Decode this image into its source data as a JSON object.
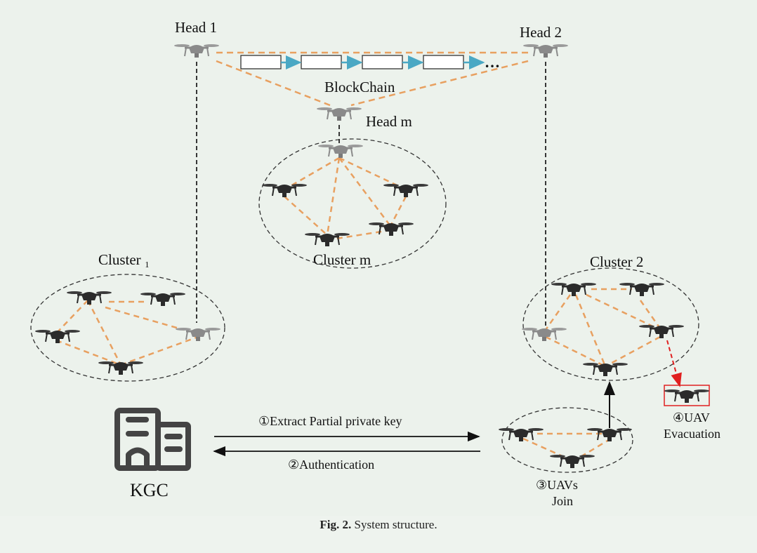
{
  "labels": {
    "head1": "Head 1",
    "head2": "Head 2",
    "headm": "Head m",
    "blockchain": "BlockChain",
    "ellipsis": "…",
    "cluster1": "Cluster ₁",
    "cluster2": "Cluster 2",
    "clusterm": "Cluster m",
    "kgc": "KGC",
    "step1": "①Extract Partial private key",
    "step2": "②Authentication",
    "step3_line1": "③UAVs",
    "step3_line2": "Join",
    "step4_line1": "④UAV",
    "step4_line2": "Evacuation"
  },
  "caption": {
    "prefix": "Fig. 2.",
    "text": "System structure."
  },
  "colors": {
    "link": "#e8a060",
    "chain_arrow": "#4aa8c4",
    "evacuation": "#e02020",
    "drone_dark": "#2b2b2b",
    "drone_head": "#8a8a8a"
  },
  "icons": [
    "drone-icon",
    "server-building-icon"
  ]
}
